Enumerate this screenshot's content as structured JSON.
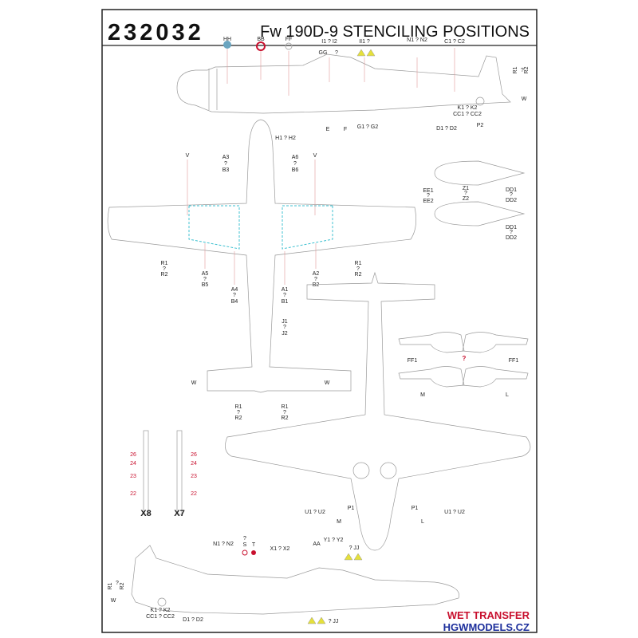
{
  "header": {
    "code": "232032",
    "title": "Fw 190D-9   STENCILING POSITIONS"
  },
  "side_top": {
    "hh": "HH",
    "bb": "BB",
    "ff": "FF",
    "i1i2": "I1 ? I2",
    "gg": "GG",
    "gg_q": "?",
    "ii1": "II1 ?",
    "n1n2": "N1 ? N2",
    "c1c2": "C1 ? C2",
    "r1": "R1",
    "r_q": "?",
    "r2": "R2",
    "w": "W",
    "k1k2": "K1 ? K2",
    "cc": "CC1 ? CC2",
    "e": "E",
    "f": "F",
    "g1g2": "G1 ? G2",
    "d1d2": "D1 ? D2",
    "p2": "P2"
  },
  "top_view": {
    "h1h2": "H1 ? H2",
    "v": "V",
    "a3": "A3",
    "b3": "B3",
    "a6": "A6",
    "b6": "B6",
    "q": "?",
    "r1": "R1",
    "r2": "R2",
    "a5": "A5",
    "b5": "B5",
    "a4": "A4",
    "b4": "B4",
    "a1": "A1",
    "b1": "B1",
    "a2": "A2",
    "b2": "B2",
    "j1": "J1",
    "j2": "J2",
    "w": "W"
  },
  "tanks": {
    "ee1": "EE1",
    "ee2": "EE2",
    "z1": "Z1",
    "z2": "Z2",
    "dd1": "DD1",
    "dd2": "DD2",
    "q": "?"
  },
  "gear_covers": {
    "ff1": "FF1",
    "q": "?",
    "m": "M",
    "l": "L"
  },
  "bottom_view": {
    "p1": "P1",
    "u1u2": "U1   ?   U2",
    "m": "M",
    "l": "L"
  },
  "legs": {
    "x8": "X8",
    "x7": "X7",
    "n26": "26",
    "n24": "24",
    "n23": "23",
    "n22": "22"
  },
  "side_bottom": {
    "r1": "R1",
    "q": "?",
    "r2": "R2",
    "w": "W",
    "k1k2": "K1 ? K2",
    "cc": "CC1 ? CC2",
    "d1d2": "D1 ? D2",
    "n1n2": "N1 ? N2",
    "s": "S",
    "t": "T",
    "x1x2": "X1 ? X2",
    "aa": "AA",
    "y1y2": "Y1 ? Y2",
    "jj": "? JJ"
  },
  "footer": {
    "line1": "WET TRANSFER",
    "line2": "HGWMODELS.CZ"
  },
  "colors": {
    "red": "#c8102e",
    "blue": "#1d2f9c",
    "cyan": "#3cc0d0"
  }
}
